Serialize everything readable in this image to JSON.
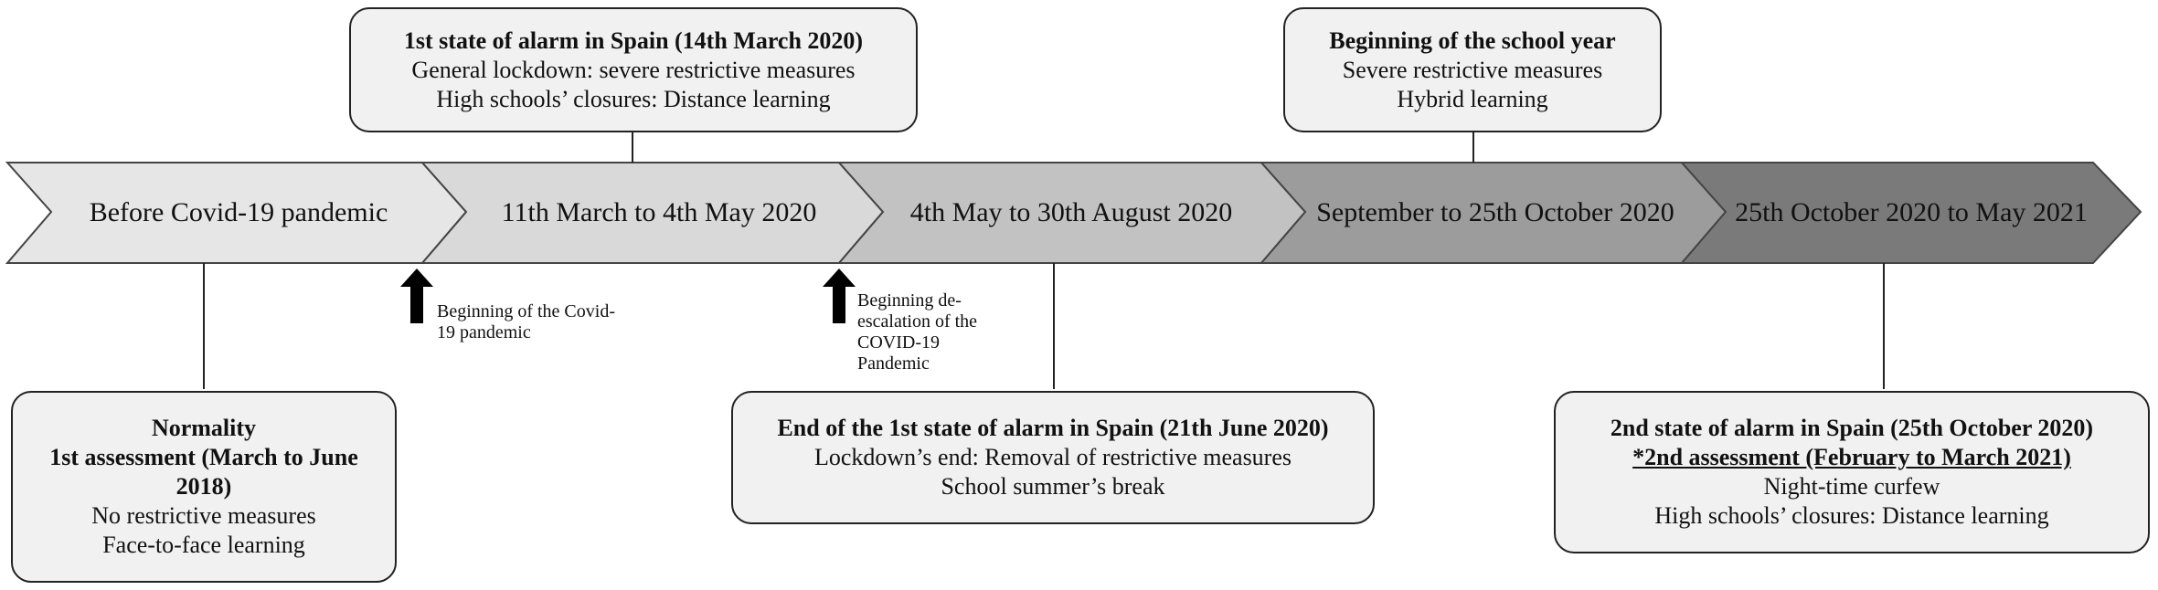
{
  "timeline": {
    "phases": [
      {
        "label": "Before Covid-19 pandemic",
        "fill": "#e6e6e6"
      },
      {
        "label": "11th March to 4th May 2020",
        "fill": "#d9d9d9"
      },
      {
        "label": "4th May to 30th August 2020",
        "fill": "#c2c2c2"
      },
      {
        "label": "September to 25th October 2020",
        "fill": "#9c9c9c"
      },
      {
        "label": "25th October 2020 to May 2021",
        "fill": "#7a7a7a"
      }
    ]
  },
  "boxes": {
    "normality": {
      "title": "Normality",
      "line1": "1st assessment (March to June 2018)",
      "line2": "No restrictive measures",
      "line3": "Face-to-face learning"
    },
    "first_alarm": {
      "title": "1st state of alarm in Spain (14th March 2020)",
      "line1": "General lockdown: severe restrictive measures",
      "line2": "High schools’ closures: Distance learning"
    },
    "end_first_alarm": {
      "title": "End of the 1st state of alarm in Spain (21th June 2020)",
      "line1": "Lockdown’s end: Removal of restrictive measures",
      "line2": "School summer’s break"
    },
    "school_year": {
      "title": "Beginning of the school year",
      "line1": "Severe restrictive measures",
      "line2": "Hybrid learning"
    },
    "second_alarm": {
      "title": "2nd state of alarm in Spain (25th October 2020)",
      "assessment": "*2nd assessment (February to March 2021)",
      "line1": "Night-time curfew",
      "line2": "High schools’ closures: Distance learning"
    }
  },
  "notes": {
    "pandemic_start": "Beginning of the Covid-19 pandemic",
    "deescalation": "Beginning de-escalation of the COVID-19 Pandemic"
  }
}
